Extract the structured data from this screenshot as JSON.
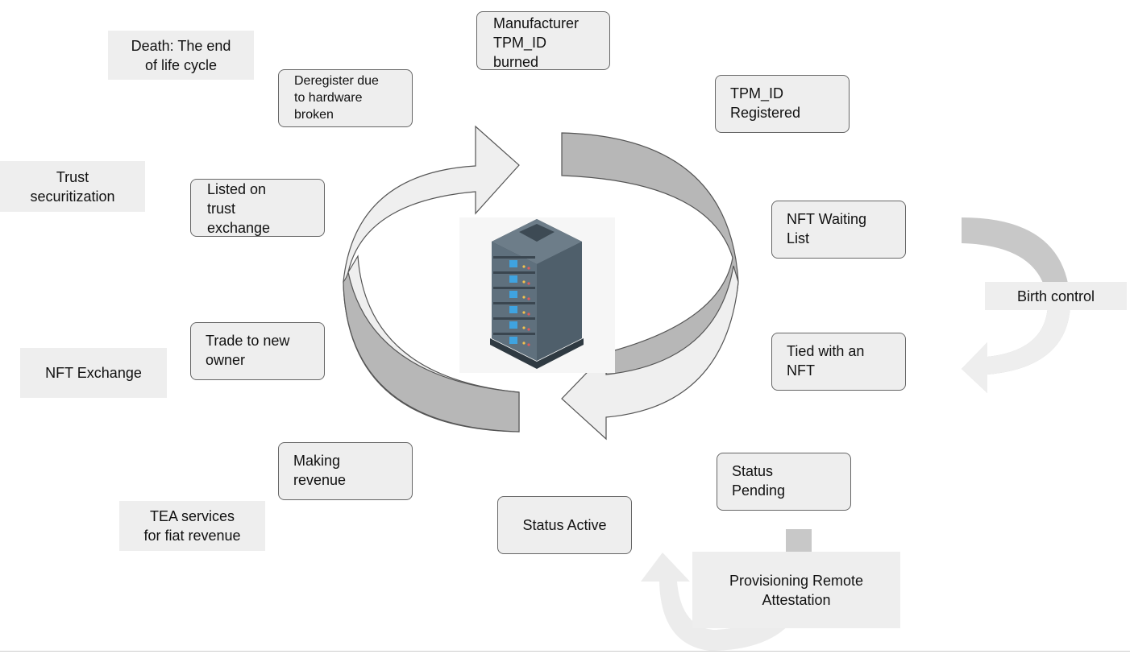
{
  "lifecycle_steps": {
    "manufacturer": "Manufacturer\nTPM_ID\nburned",
    "registered": "TPM_ID\nRegistered",
    "waiting_list": "NFT Waiting\nList",
    "tied_nft": "Tied with an\nNFT",
    "pending": "Status\nPending",
    "active": "Status Active",
    "revenue": "Making\nrevenue",
    "trade": "Trade to new\nowner",
    "listed": "Listed on\ntrust\nexchange",
    "deregister": "Deregister due\nto hardware\nbroken"
  },
  "side_labels": {
    "death": "Death: The end\nof life cycle",
    "trust": "Trust\nsecuritization",
    "nft_exchange": "NFT Exchange",
    "tea_services": "TEA services\nfor fiat revenue",
    "birth_control": "Birth control",
    "provisioning": "Provisioning Remote\nAttestation"
  },
  "center_icon": "server-rack-icon",
  "colors": {
    "box_fill": "#eeeeee",
    "box_border": "#666666",
    "arrow_light": "#efefef",
    "arrow_dark": "#b7b7b7",
    "side_arrow": "#c8c8c8",
    "server_body": "#4f5f6b"
  }
}
